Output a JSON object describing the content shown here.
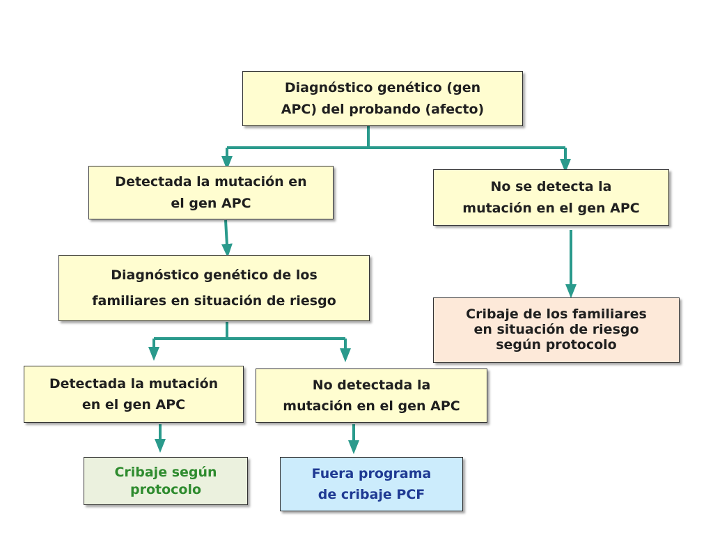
{
  "colors": {
    "connector": "#2a9a8c",
    "box_yellow": "#fffdd0",
    "box_peach": "#fde9d9",
    "box_green": "#ebf1de",
    "box_blue": "#ccecfc",
    "text_green": "#2e8b2e",
    "text_blue": "#1f3a93"
  },
  "nodes": {
    "root": {
      "line1": "Diagnóstico genético (gen",
      "line2": "APC) del probando (afecto)"
    },
    "detected_proband": {
      "line1": "Detectada la mutación en",
      "line2": "el gen APC"
    },
    "not_detected_proband": {
      "line1": "No se detecta la",
      "line2": "mutación en el gen APC"
    },
    "family_diagnosis": {
      "line1": "Diagnóstico genético de los",
      "line2": "familiares en situación de riesgo"
    },
    "family_screening": {
      "line1": "Cribaje de los familiares",
      "line2": "en situación de riesgo",
      "line3": "según protocolo"
    },
    "detected_family": {
      "line1": "Detectada la mutación",
      "line2": "en el gen APC"
    },
    "not_detected_family": {
      "line1": "No detectada la",
      "line2": "mutación en el gen APC"
    },
    "screening_protocol": {
      "line1": "Cribaje según",
      "line2": "protocolo"
    },
    "out_of_program": {
      "line1": "Fuera programa",
      "line2": "de cribaje PCF"
    }
  }
}
